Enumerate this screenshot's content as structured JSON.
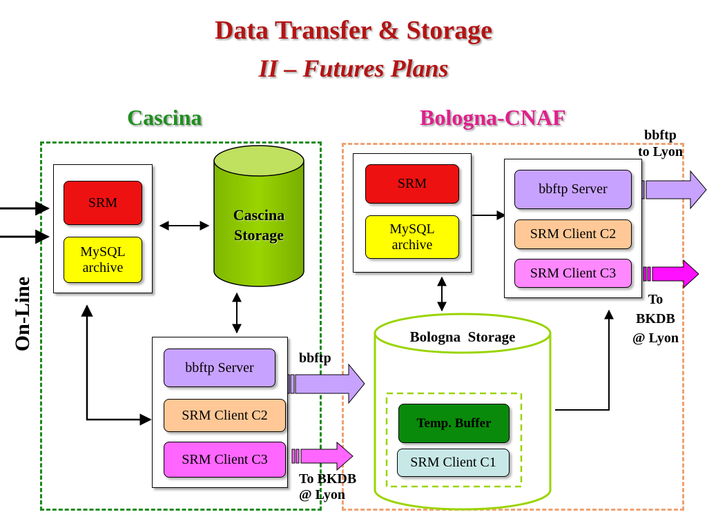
{
  "title": "Data Transfer & Storage",
  "subtitle": "II – Futures Plans",
  "left_site": {
    "name": "Cascina",
    "color": "#1f8f1f"
  },
  "right_site": {
    "name": "Bologna-CNAF",
    "color": "#e0208a"
  },
  "online_label": "On-Line",
  "cascina": {
    "srm": "SRM",
    "mysql": "MySQL\narchive",
    "storage": "Cascina\nStorage",
    "bbftp_server": "bbftp Server",
    "srm_client_c2": "SRM Client C2",
    "srm_client_c3": "SRM Client C3",
    "bbftp_arrow_label": "bbftp",
    "bkdb_label": "To BKDB\n@ Lyon"
  },
  "bologna": {
    "srm": "SRM",
    "mysql": "MySQL\narchive",
    "storage": "Bologna  Storage",
    "temp_buffer": "Temp. Buffer",
    "srm_client_c1": "SRM Client C1",
    "bbftp_server": "bbftp Server",
    "srm_client_c2": "SRM Client C2",
    "srm_client_c3": "SRM Client C3",
    "bbftp_lyon_label": "bbftp\nto Lyon",
    "bkdb_label": "To\nBKDB\n@ Lyon"
  },
  "colors": {
    "title": "#b41414",
    "srm": "#ee1111",
    "mysql": "#ffff00",
    "storage": "#8fc800",
    "bbftp": "#c8a2ff",
    "srm_c2": "#ffc896",
    "srm_c3": "#ff66ff",
    "temp_buffer": "#0a8a0a",
    "srm_c1": "#c8e8e8",
    "cascina_border": "#1a8a1a",
    "bologna_border": "#f0a070"
  }
}
